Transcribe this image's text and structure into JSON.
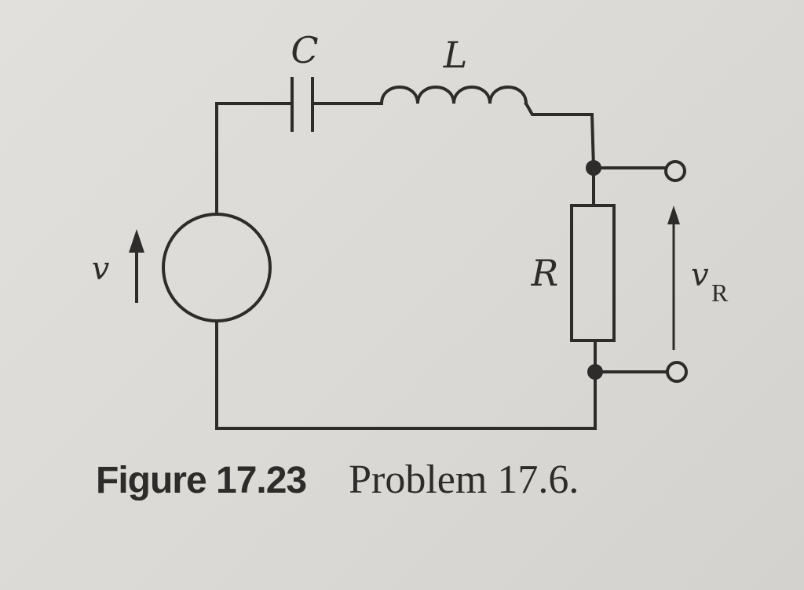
{
  "labels": {
    "capacitor": "C",
    "inductor": "L",
    "resistor": "R",
    "source_voltage": "v",
    "output_voltage_main": "v",
    "output_voltage_sub": "R"
  },
  "caption": {
    "figure_number": "Figure 17.23",
    "title": "Problem 17.6."
  },
  "colors": {
    "ink": "#2e2c2a",
    "paper": "#dcdad6"
  }
}
